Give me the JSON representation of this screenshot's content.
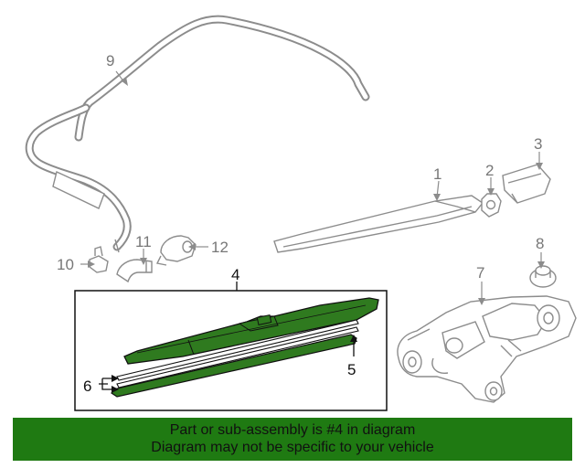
{
  "callouts": {
    "c1": "1",
    "c2": "2",
    "c3": "3",
    "c4": "4",
    "c5": "5",
    "c6": "6",
    "c7": "7",
    "c8": "8",
    "c9": "9",
    "c10": "10",
    "c11": "11",
    "c12": "12"
  },
  "banner": {
    "line1": "Part or sub-assembly is #4 in diagram",
    "line2": "Diagram may not be specific to your vehicle"
  },
  "colors": {
    "highlight": "#2f7a1f",
    "banner_bg": "#1f7a12",
    "line_art": "#8c8c8c"
  }
}
